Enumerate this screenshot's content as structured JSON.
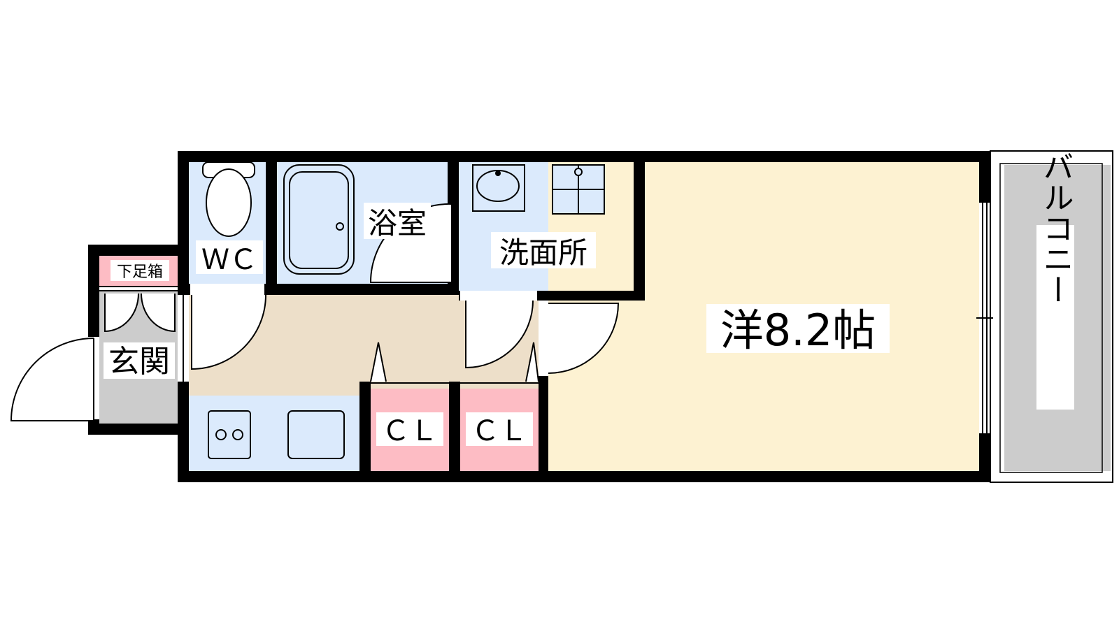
{
  "rooms": {
    "wc": "ＷＣ",
    "bath": "浴室",
    "washroom": "洗面所",
    "western_room": "洋8.2帖",
    "balcony": "バルコニー",
    "shoe_box": "下足箱",
    "entrance": "玄関",
    "closet_1": "ＣＬ",
    "closet_2": "ＣＬ"
  },
  "colors": {
    "wet_area": "#dbeafc",
    "western_room": "#fdf2d2",
    "hallway": "#eddfc9",
    "closet": "#fdbcc4",
    "entrance": "#cccccc",
    "balcony": "#cccccc",
    "wall": "#000000"
  }
}
